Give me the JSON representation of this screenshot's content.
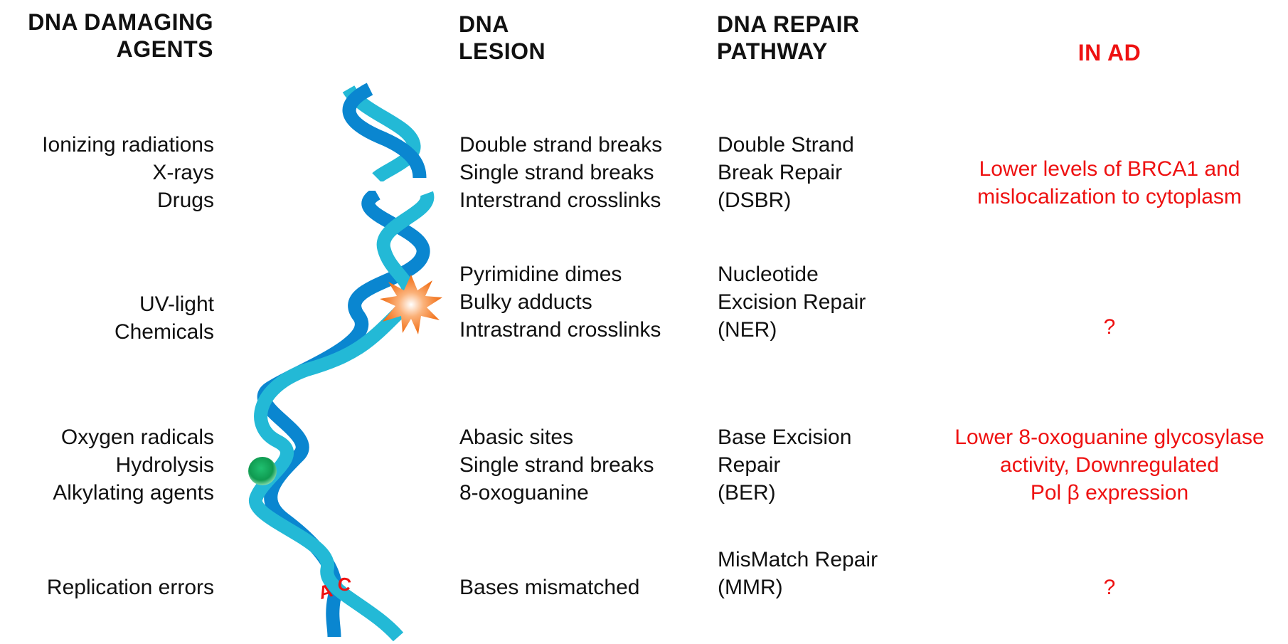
{
  "headers": {
    "agents": [
      "DNA DAMAGING",
      "AGENTS"
    ],
    "lesion": [
      "DNA",
      "LESION"
    ],
    "pathway": [
      "DNA REPAIR",
      "PATHWAY"
    ],
    "in_ad": "IN AD"
  },
  "rows": [
    {
      "agents": [
        "Ionizing radiations",
        "X-rays",
        "Drugs"
      ],
      "lesions": [
        "Double strand breaks",
        "Single strand breaks",
        "Interstrand crosslinks"
      ],
      "pathway": [
        "Double Strand",
        "Break Repair",
        "(DSBR)"
      ],
      "in_ad": [
        "Lower levels of BRCA1 and",
        "mislocalization to cytoplasm"
      ]
    },
    {
      "agents": [
        "UV-light",
        "Chemicals"
      ],
      "lesions": [
        "Pyrimidine dimes",
        "Bulky adducts",
        "Intrastrand crosslinks"
      ],
      "pathway": [
        "Nucleotide",
        "Excision Repair",
        "(NER)"
      ],
      "in_ad": [
        "?"
      ]
    },
    {
      "agents": [
        "Oxygen radicals",
        "Hydrolysis",
        "Alkylating agents"
      ],
      "lesions": [
        "Abasic sites",
        "Single strand breaks",
        "8-oxoguanine"
      ],
      "pathway": [
        "Base Excision",
        "Repair",
        "(BER)"
      ],
      "in_ad": [
        "Lower 8-oxoguanine glycosylase",
        "activity, Downregulated",
        "Pol β expression"
      ]
    },
    {
      "agents": [
        "Replication errors"
      ],
      "lesions": [
        "Bases mismatched"
      ],
      "pathway": [
        "MisMatch Repair",
        "(MMR)"
      ],
      "in_ad": [
        "?"
      ]
    }
  ],
  "mismatch_bases": [
    "A",
    "C"
  ],
  "colors": {
    "strand_dark": "#0a86d0",
    "strand_light": "#23b9d6",
    "accent_red": "#ee1111",
    "lesion_burst": "#f47a20",
    "oxidized_base": "#1aa55a"
  }
}
